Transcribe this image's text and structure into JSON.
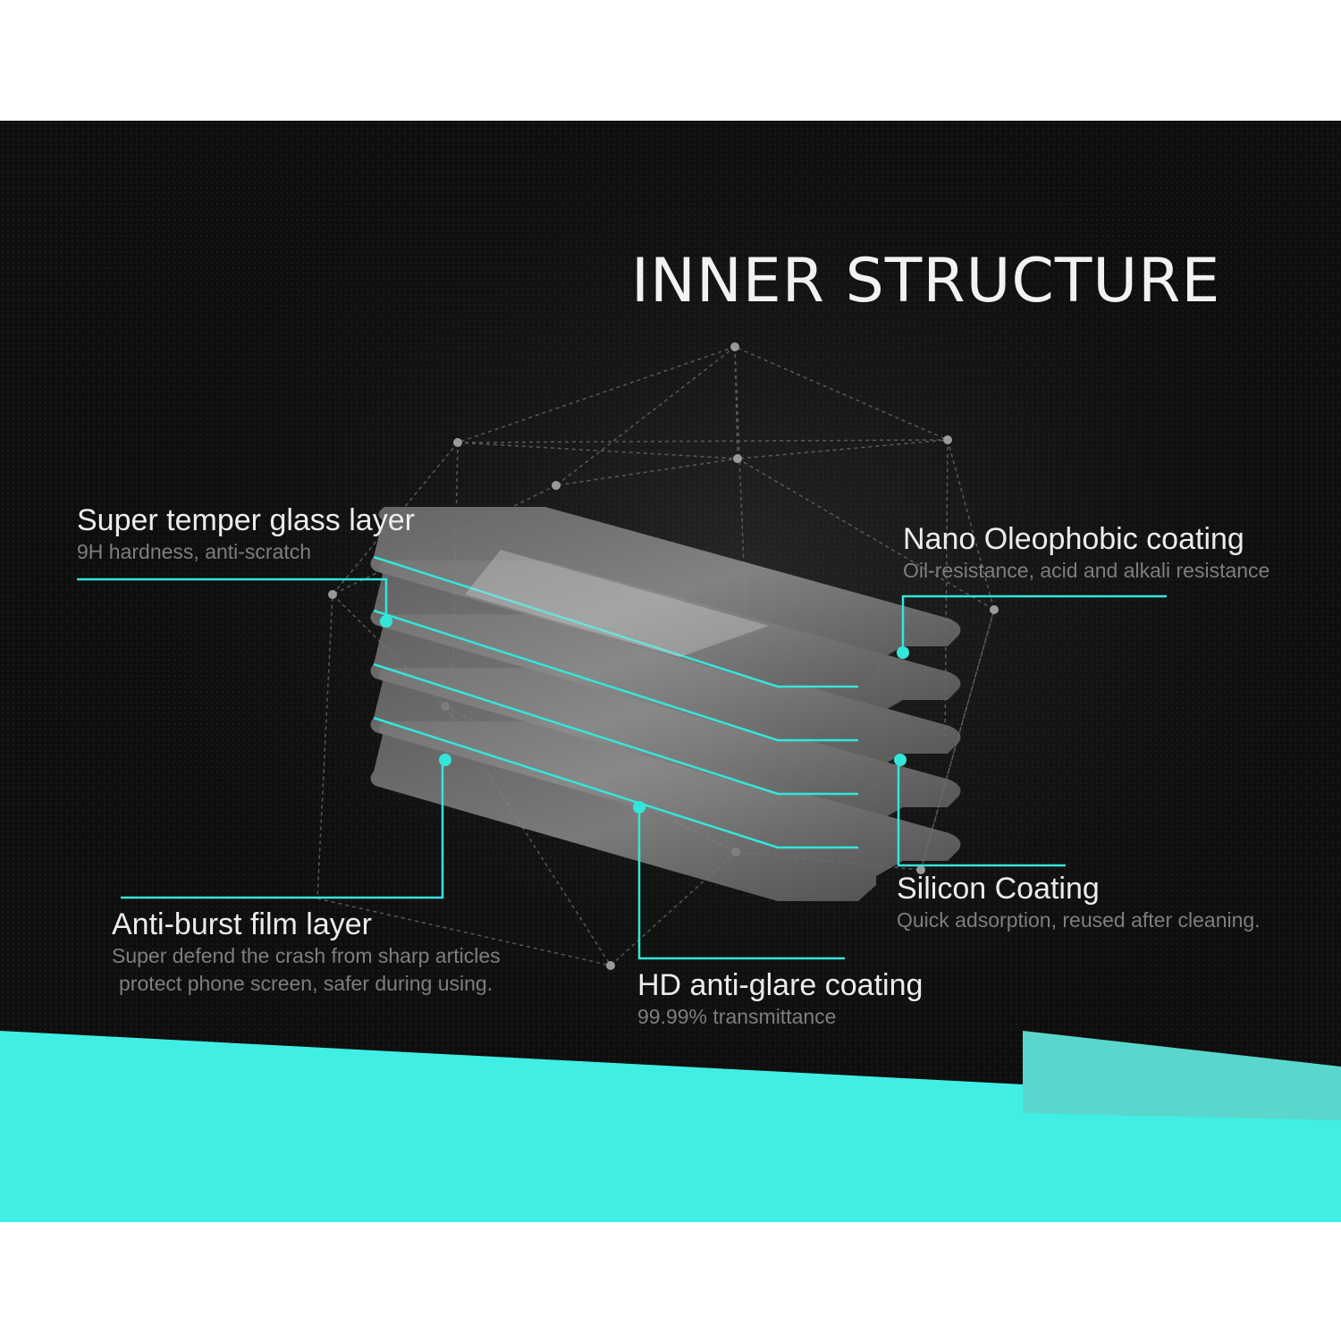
{
  "title": "INNER STRUCTURE",
  "colors": {
    "background": "#0f0f0f",
    "accent": "#34e6da",
    "label_text": "#ececec",
    "sub_text": "#7e7e7e"
  },
  "layers": [
    {
      "id": "super-temper-glass",
      "label": "Super temper glass layer",
      "description": [
        "9H hardness, anti-scratch"
      ]
    },
    {
      "id": "nano-oleophobic",
      "label": "Nano Oleophobic coating",
      "description": [
        "Oil-resistance, acid and alkali resistance"
      ]
    },
    {
      "id": "silicon-coating",
      "label": "Silicon Coating",
      "description": [
        "Quick adsorption, reused after cleaning."
      ]
    },
    {
      "id": "anti-burst-film",
      "label": "Anti-burst film layer",
      "description": [
        "Super defend the crash from sharp articles",
        "protect phone screen, safer during using."
      ]
    },
    {
      "id": "hd-anti-glare",
      "label": "HD anti-glare coating",
      "description": [
        "99.99% transmittance"
      ]
    }
  ]
}
